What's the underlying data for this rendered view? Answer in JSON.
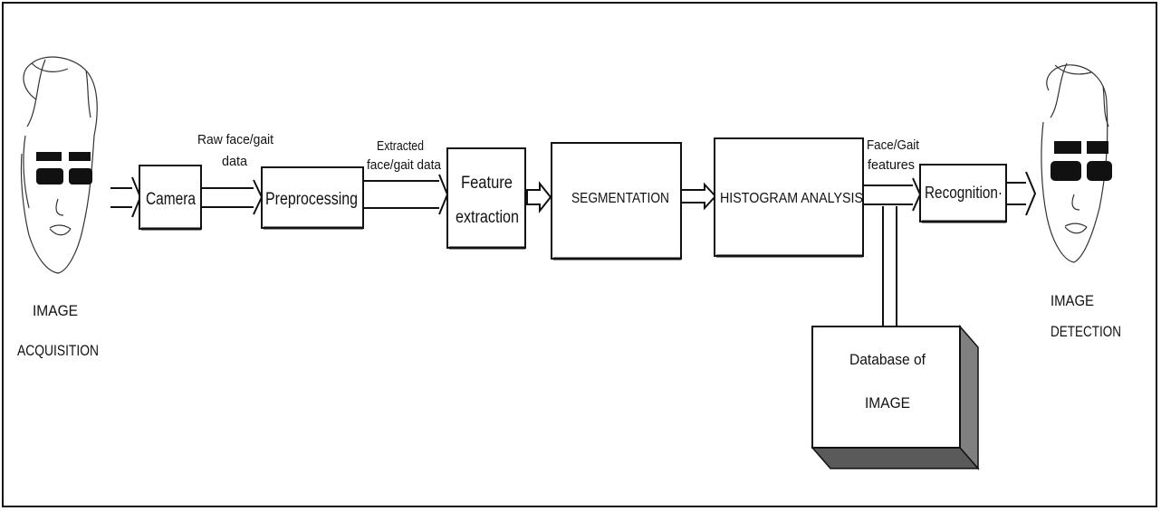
{
  "source": {
    "label_line1": "IMAGE",
    "label_line2": "ACQUISITION"
  },
  "target": {
    "label_line1": "IMAGE",
    "label_line2": "DETECTION"
  },
  "nodes": {
    "camera": "Camera",
    "preprocessing": "Preprocessing",
    "feature_line1": "Feature",
    "feature_line2": "extraction",
    "segmentation": "SEGMENTATION",
    "histogram": "HISTOGRAM ANALYSIS",
    "recognition": "Recognition·",
    "database_line1": "Database of",
    "database_line2": "IMAGE"
  },
  "edge_labels": {
    "raw_line1": "Raw face/gait",
    "raw_line2": "data",
    "extracted_line1": "Extracted",
    "extracted_line2": "face/gait data",
    "features_line1": "Face/Gait",
    "features_line2": "features"
  },
  "colors": {
    "stroke": "#111111",
    "database_side": "#808080",
    "database_bottom": "#5a5a5a"
  }
}
